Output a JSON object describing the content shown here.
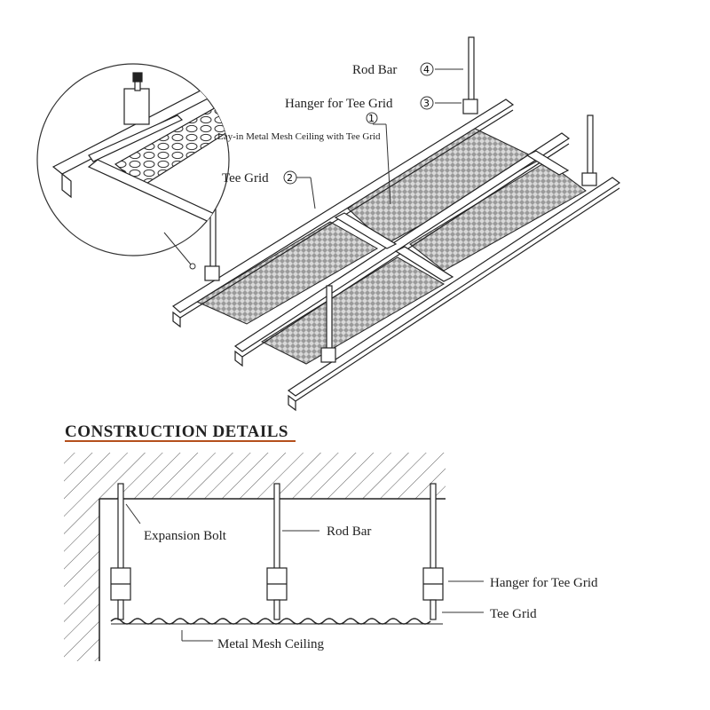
{
  "top_labels": {
    "rod_bar": "Rod Bar",
    "rod_bar_num": "4",
    "hanger": "Hanger for Tee Grid",
    "hanger_num": "3",
    "mesh_num": "1",
    "mesh": "Lay-in Metal Mesh Ceiling with Tee Grid",
    "tee_grid": "Tee Grid",
    "tee_grid_num": "2"
  },
  "section_title": "CONSTRUCTION DETAILS",
  "bottom_labels": {
    "expansion_bolt": "Expansion Bolt",
    "rod_bar": "Rod Bar",
    "hanger": "Hanger for Tee Grid",
    "tee_grid": "Tee Grid",
    "mesh_ceiling": "Metal Mesh Ceiling"
  }
}
